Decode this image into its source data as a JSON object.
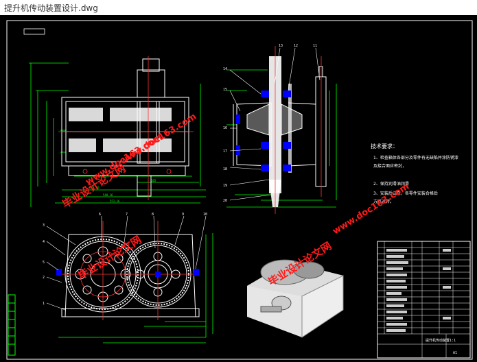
{
  "window": {
    "title": "提升机传动装置设计.dwg"
  },
  "drawing": {
    "tech_requirements": {
      "heading": "技术要求：",
      "lines": [
        "1、检查箱体各部分及零件有无缺陷并涂防锈漆",
        "及接合面应密封，",
        "2、保持润滑油润滑",
        "3、安装后试车，各零件安装合格后",
        "方可运转。"
      ]
    },
    "part_labels_top_right": [
      "13",
      "12",
      "11",
      "14",
      "15",
      "16",
      "17",
      "18",
      "19",
      "20"
    ],
    "part_labels_bottom": [
      "3",
      "4",
      "6",
      "5",
      "7",
      "8",
      "9",
      "10",
      "2",
      "1"
    ],
    "watermark": {
      "cn": "毕业设计论文网",
      "url": "www.doc163.com"
    },
    "title_block": {
      "drawing_name": "提升机传动装置",
      "scale": "1:1",
      "sheet": "A1"
    }
  },
  "colors": {
    "background": "#000000",
    "outline": "#ffffff",
    "dimension": "#00ff00",
    "centerline": "#ff3333",
    "hatch": "#0000ff",
    "watermark": "#ff1a1a"
  }
}
